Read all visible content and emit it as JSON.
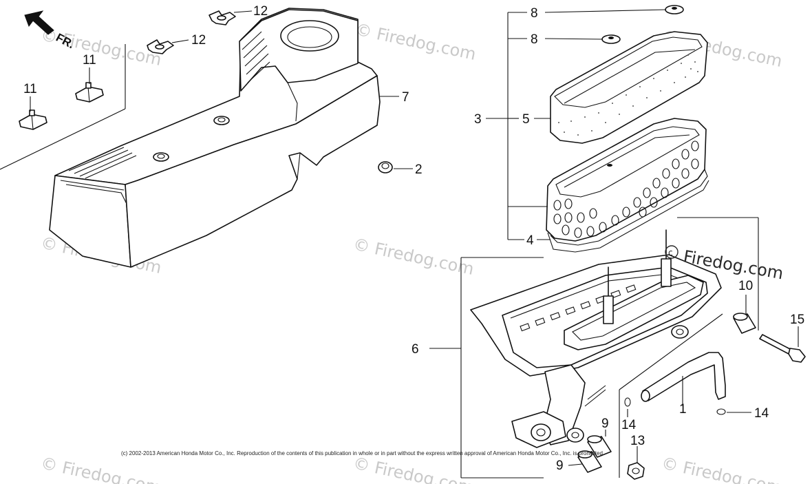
{
  "diagram": {
    "direction_label": "FR.",
    "callouts": {
      "c1": "1",
      "c2": "2",
      "c3": "3",
      "c4": "4",
      "c5": "5",
      "c6": "6",
      "c7": "7",
      "c8a": "8",
      "c8b": "8",
      "c9a": "9",
      "c9b": "9",
      "c10": "10",
      "c11a": "11",
      "c11b": "11",
      "c12a": "12",
      "c12b": "12",
      "c13": "13",
      "c14a": "14",
      "c14b": "14",
      "c15": "15"
    },
    "watermark_text": "© Firedog.com",
    "watermark_main": "Firedog.com",
    "copyright": "(c) 2002-2013 American Honda Motor Co., Inc. Reproduction of the contents of this publication in whole or in part without the express written approval of American Honda Motor Co., Inc. is prohibited."
  }
}
